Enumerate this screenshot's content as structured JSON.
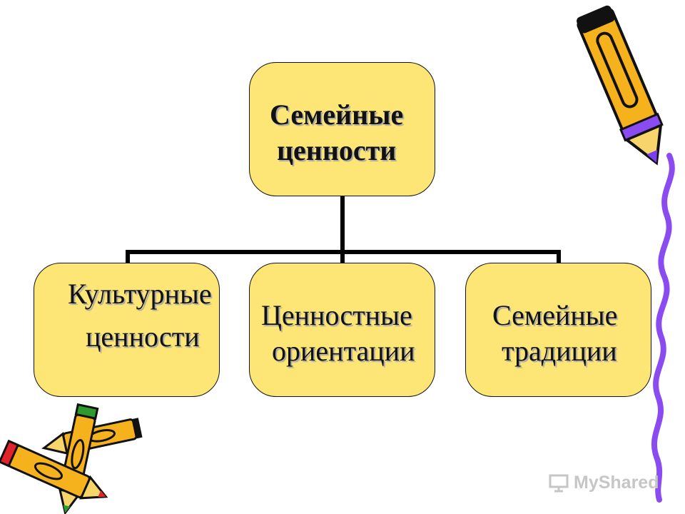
{
  "root": {
    "line1": "Семейные",
    "line2": "ценности"
  },
  "children": [
    {
      "line1": "Культурные",
      "line2": "ценности"
    },
    {
      "line1": "Ценностные",
      "line2": "ориентации"
    },
    {
      "line1": "Семейные",
      "line2": "традиции"
    }
  ],
  "watermark": {
    "text": "MyShared"
  },
  "colors": {
    "box_fill": "#fde675",
    "pencil_body": "#f6b21c",
    "accent_purple": "#8a4bf0",
    "pencil_green": "#2e9a2e",
    "pencil_red": "#e0242a"
  }
}
